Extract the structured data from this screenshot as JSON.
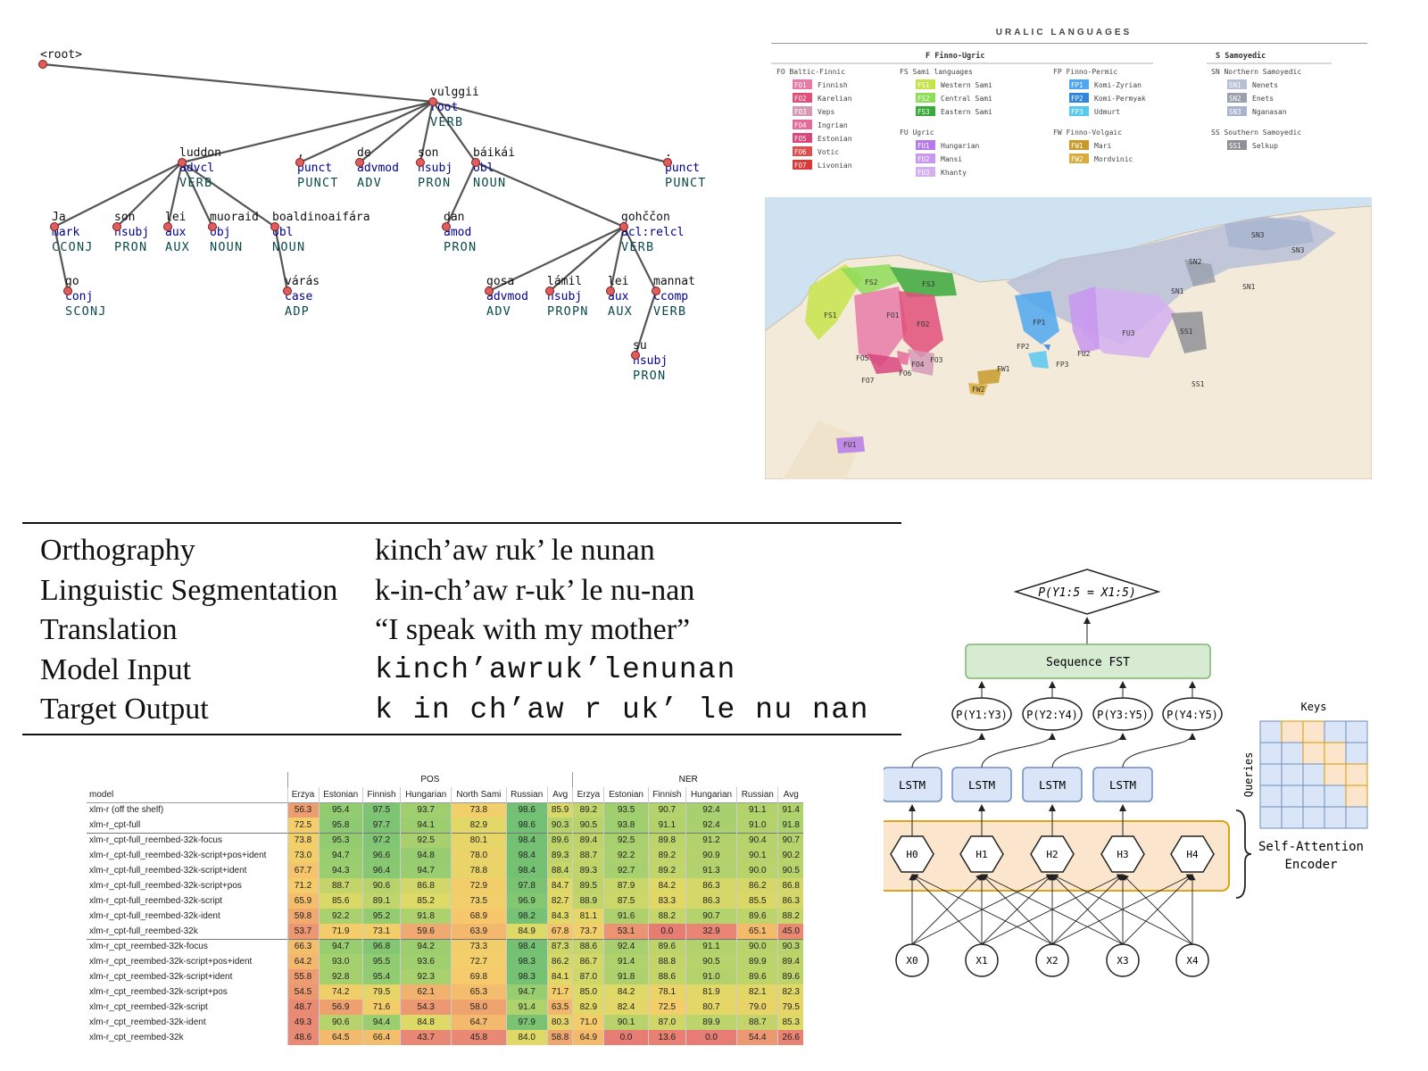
{
  "dependency_tree": {
    "nodes": [
      {
        "id": "root",
        "word": "<root>",
        "rel": "",
        "pos": ""
      },
      {
        "id": "vulggii",
        "word": "vulggii",
        "rel": "root",
        "pos": "VERB"
      },
      {
        "id": "luddon",
        "word": "luddon",
        "rel": "advcl",
        "pos": "VERB"
      },
      {
        "id": "p1",
        "word": ",",
        "rel": "punct",
        "pos": "PUNCT"
      },
      {
        "id": "de",
        "word": "de",
        "rel": "advmod",
        "pos": "ADV"
      },
      {
        "id": "son2",
        "word": "son",
        "rel": "nsubj",
        "pos": "PRON"
      },
      {
        "id": "baikai",
        "word": "báikái",
        "rel": "obl",
        "pos": "NOUN"
      },
      {
        "id": "p2",
        "word": ".",
        "rel": "punct",
        "pos": "PUNCT"
      },
      {
        "id": "ja",
        "word": "Ja",
        "rel": "mark",
        "pos": "CCONJ"
      },
      {
        "id": "son1",
        "word": "son",
        "rel": "nsubj",
        "pos": "PRON"
      },
      {
        "id": "lei1",
        "word": "lei",
        "rel": "aux",
        "pos": "AUX"
      },
      {
        "id": "muoraid",
        "word": "muoraid",
        "rel": "obj",
        "pos": "NOUN"
      },
      {
        "id": "boaldinoai",
        "word": "boaldinoaifára",
        "rel": "obl",
        "pos": "NOUN"
      },
      {
        "id": "dan",
        "word": "dan",
        "rel": "amod",
        "pos": "PRON"
      },
      {
        "id": "gohccon",
        "word": "gohččon",
        "rel": "acl:relcl",
        "pos": "VERB"
      },
      {
        "id": "go",
        "word": "go",
        "rel": "conj",
        "pos": "SCONJ"
      },
      {
        "id": "varas",
        "word": "várás",
        "rel": "case",
        "pos": "ADP"
      },
      {
        "id": "gosa",
        "word": "gosa",
        "rel": "advmod",
        "pos": "ADV"
      },
      {
        "id": "lamil",
        "word": "lámil",
        "rel": "nsubj",
        "pos": "PROPN"
      },
      {
        "id": "lei2",
        "word": "lei",
        "rel": "aux",
        "pos": "AUX"
      },
      {
        "id": "mannat",
        "word": "mannat",
        "rel": "ccomp",
        "pos": "VERB"
      },
      {
        "id": "su",
        "word": "su",
        "rel": "nsubj",
        "pos": "PRON"
      }
    ],
    "edges": [
      [
        "root",
        "vulggii"
      ],
      [
        "vulggii",
        "luddon"
      ],
      [
        "vulggii",
        "p1"
      ],
      [
        "vulggii",
        "de"
      ],
      [
        "vulggii",
        "son2"
      ],
      [
        "vulggii",
        "baikai"
      ],
      [
        "vulggii",
        "p2"
      ],
      [
        "luddon",
        "ja"
      ],
      [
        "luddon",
        "son1"
      ],
      [
        "luddon",
        "lei1"
      ],
      [
        "luddon",
        "muoraid"
      ],
      [
        "luddon",
        "boaldinoai"
      ],
      [
        "ja",
        "go"
      ],
      [
        "boaldinoai",
        "varas"
      ],
      [
        "baikai",
        "dan"
      ],
      [
        "baikai",
        "gohccon"
      ],
      [
        "gohccon",
        "gosa"
      ],
      [
        "gohccon",
        "lamil"
      ],
      [
        "gohccon",
        "lei2"
      ],
      [
        "gohccon",
        "mannat"
      ],
      [
        "mannat",
        "su"
      ]
    ]
  },
  "uralic": {
    "title": "URALIC LANGUAGES",
    "branches": [
      {
        "code": "F",
        "name": "Finno-Ugric"
      },
      {
        "code": "S",
        "name": "Samoyedic"
      }
    ],
    "groups": [
      {
        "code": "FO",
        "name": "Baltic-Finnic",
        "items": [
          {
            "code": "FO1",
            "name": "Finnish",
            "color": "#e77aa8"
          },
          {
            "code": "FO2",
            "name": "Karelian",
            "color": "#e0507a"
          },
          {
            "code": "FO3",
            "name": "Veps",
            "color": "#d49ab5"
          },
          {
            "code": "FO4",
            "name": "Ingrian",
            "color": "#e56a9c"
          },
          {
            "code": "FO5",
            "name": "Estonian",
            "color": "#d9467c"
          },
          {
            "code": "FO6",
            "name": "Votic",
            "color": "#dd4f4f"
          },
          {
            "code": "FO7",
            "name": "Livonian",
            "color": "#d83a3a"
          }
        ]
      },
      {
        "code": "FS",
        "name": "Sami languages",
        "items": [
          {
            "code": "FS1",
            "name": "Western Sami",
            "color": "#c5e44a"
          },
          {
            "code": "FS2",
            "name": "Central Sami",
            "color": "#8edc58"
          },
          {
            "code": "FS3",
            "name": "Eastern Sami",
            "color": "#3aa83a"
          }
        ]
      },
      {
        "code": "FU",
        "name": "Ugric",
        "items": [
          {
            "code": "FU1",
            "name": "Hungarian",
            "color": "#b57ae8"
          },
          {
            "code": "FU2",
            "name": "Mansi",
            "color": "#c897ee"
          },
          {
            "code": "FU3",
            "name": "Khanty",
            "color": "#d4b0f0"
          }
        ]
      },
      {
        "code": "FP",
        "name": "Finno-Permic",
        "items": [
          {
            "code": "FP1",
            "name": "Komi-Zyrian",
            "color": "#4da7f0"
          },
          {
            "code": "FP2",
            "name": "Komi-Permyak",
            "color": "#2f86df"
          },
          {
            "code": "FP3",
            "name": "Udmurt",
            "color": "#57c8f0"
          }
        ]
      },
      {
        "code": "FW",
        "name": "Finno-Volgaic",
        "items": [
          {
            "code": "FW1",
            "name": "Mari",
            "color": "#c79a2a"
          },
          {
            "code": "FW2",
            "name": "Mordvinic",
            "color": "#d9ad3d"
          }
        ]
      },
      {
        "code": "SN",
        "name": "Northern Samoyedic",
        "items": [
          {
            "code": "SN1",
            "name": "Nenets",
            "color": "#b8c0d8"
          },
          {
            "code": "SN2",
            "name": "Enets",
            "color": "#9aa0ad"
          },
          {
            "code": "SN3",
            "name": "Nganasan",
            "color": "#a8b4cf"
          }
        ]
      },
      {
        "code": "SS",
        "name": "Southern Samoyedic",
        "items": [
          {
            "code": "SS1",
            "name": "Selkup",
            "color": "#8f9196"
          }
        ]
      }
    ],
    "map_labels": [
      "SN3",
      "SN2",
      "SN3",
      "SN1",
      "SN1",
      "FS2",
      "FS3",
      "FS1",
      "FO1",
      "FO2",
      "FP1",
      "FU3",
      "SS1",
      "FU2",
      "FP2",
      "FP3",
      "FO5",
      "FO4",
      "FO3",
      "FO6",
      "FO7",
      "FW1",
      "FW2",
      "SS1",
      "FU1"
    ]
  },
  "morphology": {
    "rows": [
      {
        "label": "Orthography",
        "value": "kinch’aw ruk’ le nunan",
        "mono": false
      },
      {
        "label": "Linguistic Segmentation",
        "value": "k-in-ch’aw r-uk’ le nu-nan",
        "mono": false
      },
      {
        "label": "Translation",
        "value": "“I speak with my mother”",
        "mono": false
      },
      {
        "label": "Model Input",
        "value": "kinch’awruk’lenunan",
        "mono": true
      },
      {
        "label": "Target Output",
        "value": "k in ch’aw r uk’ le nu nan",
        "mono": true
      }
    ]
  },
  "scores": {
    "group_headers": [
      "POS",
      "NER"
    ],
    "model_header": "model",
    "languages": [
      "Erzya",
      "Estonian",
      "Finnish",
      "Hungarian",
      "North Sami",
      "Russian",
      "Avg"
    ],
    "ner_languages": [
      "Erzya",
      "Estonian",
      "Finnish",
      "Hungarian",
      "Russian",
      "Avg"
    ],
    "rows": [
      {
        "model": "xlm-r (off the shelf)",
        "pos": [
          56.3,
          95.4,
          97.5,
          93.7,
          73.8,
          98.6,
          85.9
        ],
        "ner": [
          89.2,
          93.5,
          90.7,
          92.4,
          91.1,
          91.4
        ]
      },
      {
        "model": "xlm-r_cpt-full",
        "pos": [
          72.5,
          95.8,
          97.7,
          94.1,
          82.9,
          98.6,
          90.3
        ],
        "ner": [
          90.5,
          93.8,
          91.1,
          92.4,
          91.0,
          91.8
        ]
      },
      {
        "model": "xlm-r_cpt-full_reembed-32k-focus",
        "pos": [
          73.8,
          95.3,
          97.2,
          92.5,
          80.1,
          98.4,
          89.6
        ],
        "ner": [
          89.4,
          92.5,
          89.8,
          91.2,
          90.4,
          90.7
        ],
        "sep": true
      },
      {
        "model": "xlm-r_cpt-full_reembed-32k-script+pos+ident",
        "pos": [
          73.0,
          94.7,
          96.6,
          94.8,
          78.0,
          98.4,
          89.3
        ],
        "ner": [
          88.7,
          92.2,
          89.2,
          90.9,
          90.1,
          90.2
        ]
      },
      {
        "model": "xlm-r_cpt-full_reembed-32k-script+ident",
        "pos": [
          67.7,
          94.3,
          96.4,
          94.7,
          78.8,
          98.4,
          88.4
        ],
        "ner": [
          89.3,
          92.7,
          89.2,
          91.3,
          90.0,
          90.5
        ]
      },
      {
        "model": "xlm-r_cpt-full_reembed-32k-script+pos",
        "pos": [
          71.2,
          88.7,
          90.6,
          86.8,
          72.9,
          97.8,
          84.7
        ],
        "ner": [
          89.5,
          87.9,
          84.2,
          86.3,
          86.2,
          86.8
        ]
      },
      {
        "model": "xlm-r_cpt-full_reembed-32k-script",
        "pos": [
          65.9,
          85.6,
          89.1,
          85.2,
          73.5,
          96.9,
          82.7
        ],
        "ner": [
          88.9,
          87.5,
          83.3,
          86.3,
          85.5,
          86.3
        ]
      },
      {
        "model": "xlm-r_cpt-full_reembed-32k-ident",
        "pos": [
          59.8,
          92.2,
          95.2,
          91.8,
          68.9,
          98.2,
          84.3
        ],
        "ner": [
          81.1,
          91.6,
          88.2,
          90.7,
          89.6,
          88.2
        ]
      },
      {
        "model": "xlm-r_cpt-full_reembed-32k",
        "pos": [
          53.7,
          71.9,
          73.1,
          59.6,
          63.9,
          84.9,
          67.8
        ],
        "ner": [
          73.7,
          53.1,
          0.0,
          32.9,
          65.1,
          45.0
        ]
      },
      {
        "model": "xlm-r_cpt_reembed-32k-focus",
        "pos": [
          66.3,
          94.7,
          96.8,
          94.2,
          73.3,
          98.4,
          87.3
        ],
        "ner": [
          88.6,
          92.4,
          89.6,
          91.1,
          90.0,
          90.3
        ],
        "sep": true
      },
      {
        "model": "xlm-r_cpt_reembed-32k-script+pos+ident",
        "pos": [
          64.2,
          93.0,
          95.5,
          93.6,
          72.7,
          98.3,
          86.2
        ],
        "ner": [
          86.7,
          91.4,
          88.8,
          90.5,
          89.9,
          89.4
        ]
      },
      {
        "model": "xlm-r_cpt_reembed-32k-script+ident",
        "pos": [
          55.8,
          92.8,
          95.4,
          92.3,
          69.8,
          98.3,
          84.1
        ],
        "ner": [
          87.0,
          91.8,
          88.6,
          91.0,
          89.6,
          89.6
        ]
      },
      {
        "model": "xlm-r_cpt_reembed-32k-script+pos",
        "pos": [
          54.5,
          74.2,
          79.5,
          62.1,
          65.3,
          94.7,
          71.7
        ],
        "ner": [
          85.0,
          84.2,
          78.1,
          81.9,
          82.1,
          82.3
        ]
      },
      {
        "model": "xlm-r_cpt_reembed-32k-script",
        "pos": [
          48.7,
          56.9,
          71.6,
          54.3,
          58.0,
          91.4,
          63.5
        ],
        "ner": [
          82.9,
          82.4,
          72.5,
          80.7,
          79.0,
          79.5
        ]
      },
      {
        "model": "xlm-r_cpt_reembed-32k-ident",
        "pos": [
          49.3,
          90.6,
          94.4,
          84.8,
          64.7,
          97.9,
          80.3
        ],
        "ner": [
          71.0,
          90.1,
          87.0,
          89.9,
          88.7,
          85.3
        ]
      },
      {
        "model": "xlm-r_cpt_reembed-32k",
        "pos": [
          48.6,
          64.5,
          66.4,
          43.7,
          45.8,
          84.0,
          58.8
        ],
        "ner": [
          64.9,
          0.0,
          13.6,
          0.0,
          54.4,
          26.6
        ]
      }
    ]
  },
  "architecture": {
    "output": "P(Y1:5 = X1:5)",
    "fst": "Sequence FST",
    "pairs": [
      "P(Y1:Y3)",
      "P(Y2:Y4)",
      "P(Y3:Y5)",
      "P(Y4:Y5)"
    ],
    "lstm": "LSTM",
    "hidden": [
      "H0",
      "H1",
      "H2",
      "H3",
      "H4"
    ],
    "inputs": [
      "X0",
      "X1",
      "X2",
      "X3",
      "X4"
    ],
    "keys": "Keys",
    "queries": "Queries",
    "encoder": "Self-Attention Encoder"
  }
}
